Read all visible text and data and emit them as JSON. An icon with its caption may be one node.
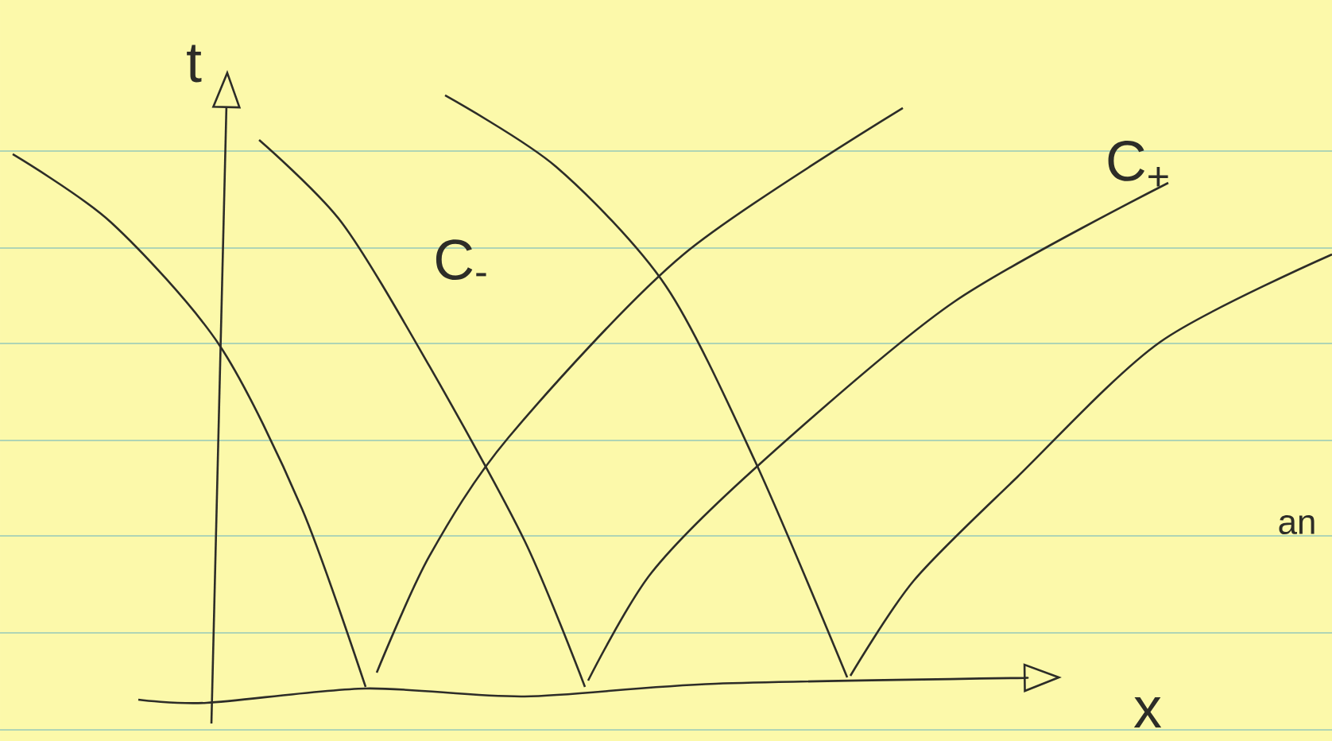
{
  "diagram": {
    "labels": [
      "t",
      "C$_{-}$",
      "C$_{+}$",
      "an",
      "x"
    ]
  }
}
